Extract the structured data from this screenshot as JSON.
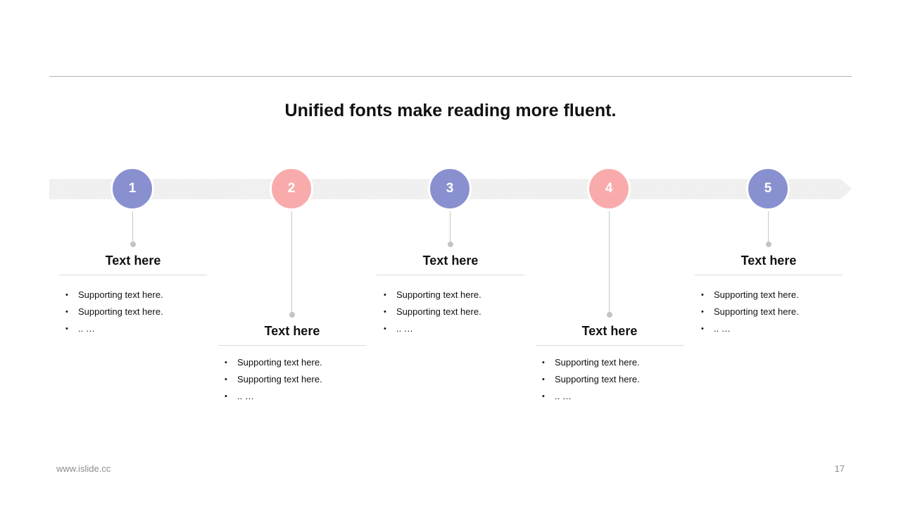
{
  "title": "Unified fonts make reading more fluent.",
  "colors": {
    "purple": "#8990d0",
    "pink": "#f9abab",
    "arrow": "#efefef"
  },
  "steps": [
    {
      "number": "1",
      "heading": "Text here",
      "bullets": [
        "Supporting  text here.",
        "Supporting  text here.",
        ".. …"
      ],
      "color": "#8990d0",
      "position": "above"
    },
    {
      "number": "2",
      "heading": "Text here",
      "bullets": [
        "Supporting  text here.",
        "Supporting  text here.",
        ".. …"
      ],
      "color": "#f9abab",
      "position": "below"
    },
    {
      "number": "3",
      "heading": "Text here",
      "bullets": [
        "Supporting  text here.",
        "Supporting  text here.",
        ".. …"
      ],
      "color": "#8990d0",
      "position": "above"
    },
    {
      "number": "4",
      "heading": "Text here",
      "bullets": [
        "Supporting  text here.",
        "Supporting  text here.",
        ".. …"
      ],
      "color": "#f9abab",
      "position": "below"
    },
    {
      "number": "5",
      "heading": "Text here",
      "bullets": [
        "Supporting  text here.",
        "Supporting  text here.",
        ".. …"
      ],
      "color": "#8990d0",
      "position": "above"
    }
  ],
  "footer": {
    "url": "www.islide.cc",
    "page": "17"
  }
}
